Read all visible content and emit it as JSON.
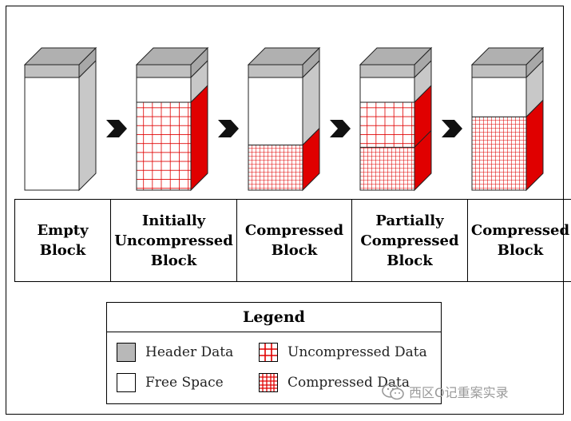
{
  "blocks": [
    {
      "label": "Empty\nBlock",
      "free": 1.0,
      "uncompressed": 0.0,
      "compressed": 0.0
    },
    {
      "label": "Initially\nUncompressed\nBlock",
      "free": 0.22,
      "uncompressed": 0.78,
      "compressed": 0.0
    },
    {
      "label": "Compressed\nBlock",
      "free": 0.6,
      "uncompressed": 0.0,
      "compressed": 0.4
    },
    {
      "label": "Partially\nCompressed\nBlock",
      "free": 0.22,
      "uncompressed": 0.4,
      "compressed": 0.38
    },
    {
      "label": "Compressed\nBlock",
      "free": 0.35,
      "uncompressed": 0.0,
      "compressed": 0.65
    }
  ],
  "legend": {
    "title": "Legend",
    "items": [
      {
        "id": "header",
        "label": "Header Data"
      },
      {
        "id": "uncompressed",
        "label": "Uncompressed Data"
      },
      {
        "id": "free",
        "label": "Free Space"
      },
      {
        "id": "compressed",
        "label": "Compressed Data"
      }
    ]
  },
  "colors": {
    "header_top": "#b0b0b0",
    "header_front": "#c0c0c0",
    "side": "#c8c8c8",
    "data_side": "#e00000",
    "grid_line": "#e00000",
    "free": "#ffffff"
  },
  "arrow_icon": "chevron-right-icon",
  "watermark": {
    "icon": "wechat-icon",
    "text": "西区O记重案实录"
  }
}
